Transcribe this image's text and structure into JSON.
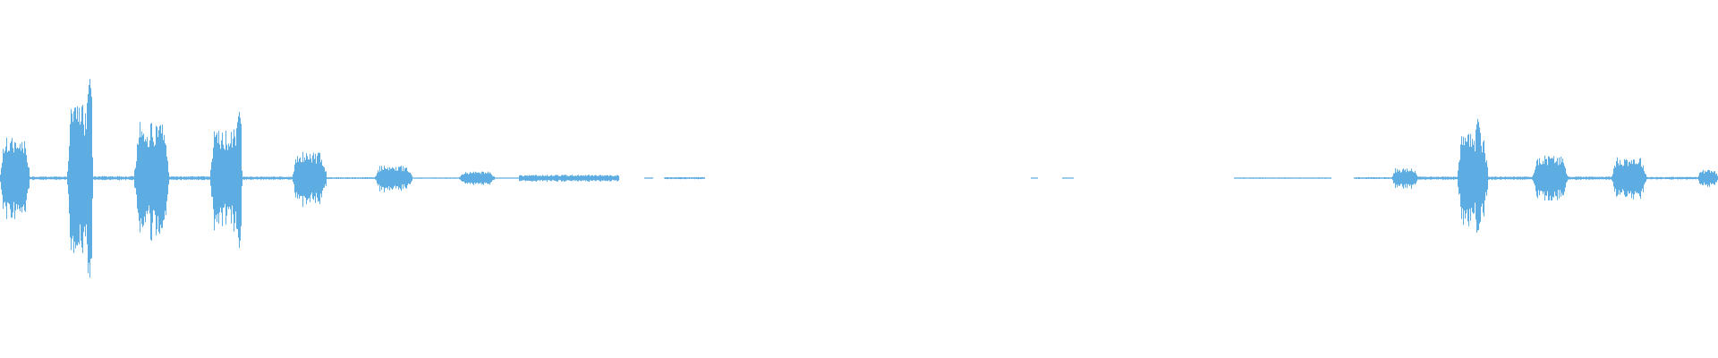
{
  "waveform": {
    "color": "#5dade2",
    "background": "#ffffff",
    "segments": [
      {
        "start": 0.0,
        "end": 0.017,
        "amp": 0.25
      },
      {
        "start": 0.017,
        "end": 0.039,
        "amp": 0.01
      },
      {
        "start": 0.039,
        "end": 0.054,
        "amp": 0.45,
        "peak": 0.052
      },
      {
        "start": 0.054,
        "end": 0.078,
        "amp": 0.012
      },
      {
        "start": 0.078,
        "end": 0.098,
        "amp": 0.34
      },
      {
        "start": 0.098,
        "end": 0.122,
        "amp": 0.012
      },
      {
        "start": 0.122,
        "end": 0.141,
        "amp": 0.3,
        "peak": 0.139
      },
      {
        "start": 0.141,
        "end": 0.17,
        "amp": 0.01
      },
      {
        "start": 0.17,
        "end": 0.19,
        "amp": 0.16
      },
      {
        "start": 0.19,
        "end": 0.218,
        "amp": 0.006
      },
      {
        "start": 0.218,
        "end": 0.24,
        "amp": 0.075
      },
      {
        "start": 0.24,
        "end": 0.267,
        "amp": 0.004
      },
      {
        "start": 0.267,
        "end": 0.288,
        "amp": 0.04
      },
      {
        "start": 0.288,
        "end": 0.302,
        "amp": 0.003
      },
      {
        "start": 0.302,
        "end": 0.36,
        "amp": 0.02
      },
      {
        "start": 0.375,
        "end": 0.38,
        "amp": 0.004
      },
      {
        "start": 0.386,
        "end": 0.41,
        "amp": 0.006
      },
      {
        "start": 0.6,
        "end": 0.604,
        "amp": 0.003
      },
      {
        "start": 0.618,
        "end": 0.625,
        "amp": 0.003
      },
      {
        "start": 0.718,
        "end": 0.775,
        "amp": 0.004
      },
      {
        "start": 0.788,
        "end": 0.81,
        "amp": 0.006
      },
      {
        "start": 0.81,
        "end": 0.825,
        "amp": 0.06
      },
      {
        "start": 0.825,
        "end": 0.848,
        "amp": 0.01
      },
      {
        "start": 0.848,
        "end": 0.866,
        "amp": 0.27,
        "peak": 0.86
      },
      {
        "start": 0.866,
        "end": 0.892,
        "amp": 0.01
      },
      {
        "start": 0.892,
        "end": 0.912,
        "amp": 0.14
      },
      {
        "start": 0.912,
        "end": 0.938,
        "amp": 0.01
      },
      {
        "start": 0.938,
        "end": 0.958,
        "amp": 0.13
      },
      {
        "start": 0.958,
        "end": 0.988,
        "amp": 0.008
      },
      {
        "start": 0.988,
        "end": 1.0,
        "amp": 0.05
      }
    ]
  }
}
